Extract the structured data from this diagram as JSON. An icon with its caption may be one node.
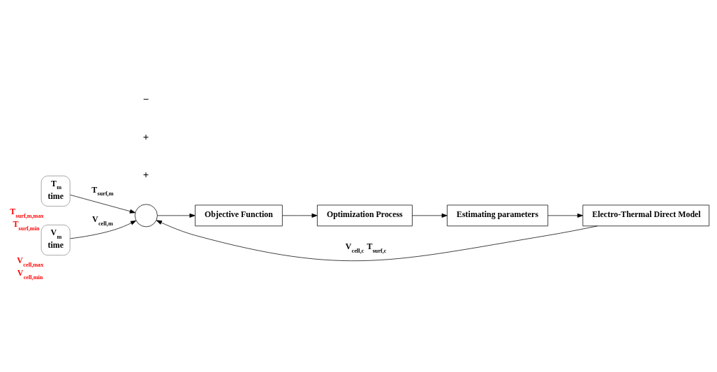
{
  "diagram": {
    "nodes": [
      {
        "text": [
          "T$_{m}$",
          "time"
        ],
        "beside": [
          "T$_{surf,m,max}$",
          "T$_{surf,min}$"
        ]
      },
      {
        "text": [
          "V$_{m}$",
          "time"
        ],
        "beside": [
          "V$_{cell,max}$",
          "V$_{cell,min}$"
        ]
      },
      {
        "text": [],
        "shape": "circle"
      },
      {
        "text": [
          "Objective Function"
        ]
      },
      {
        "text": [
          "Optimization Process"
        ]
      },
      {
        "text": [
          "Estimating parameters"
        ]
      },
      {
        "text": [
          "Electro-Thermal Direct Model"
        ]
      }
    ],
    "edges": [
      {
        "from": 0,
        "to": 2,
        "arrow": "to",
        "label": "T$_{surf,m}$"
      },
      {
        "from": 1,
        "to": 2,
        "arrow": "to",
        "label": "V$_{cell,m}$"
      },
      {
        "from": 6,
        "to": 2,
        "arrow": "to",
        "label": "V$_{cell,c}$ T$_{surf,c}$"
      },
      {
        "from": 2,
        "to": 3,
        "arrow": "to"
      },
      {
        "from": 3,
        "to": 4,
        "arrow": "to"
      },
      {
        "from": 4,
        "to": 5,
        "arrow": "to"
      },
      {
        "from": 5,
        "to": 6,
        "arrow": "to"
      }
    ],
    "labels": [
      "+",
      "+",
      "−"
    ]
  }
}
